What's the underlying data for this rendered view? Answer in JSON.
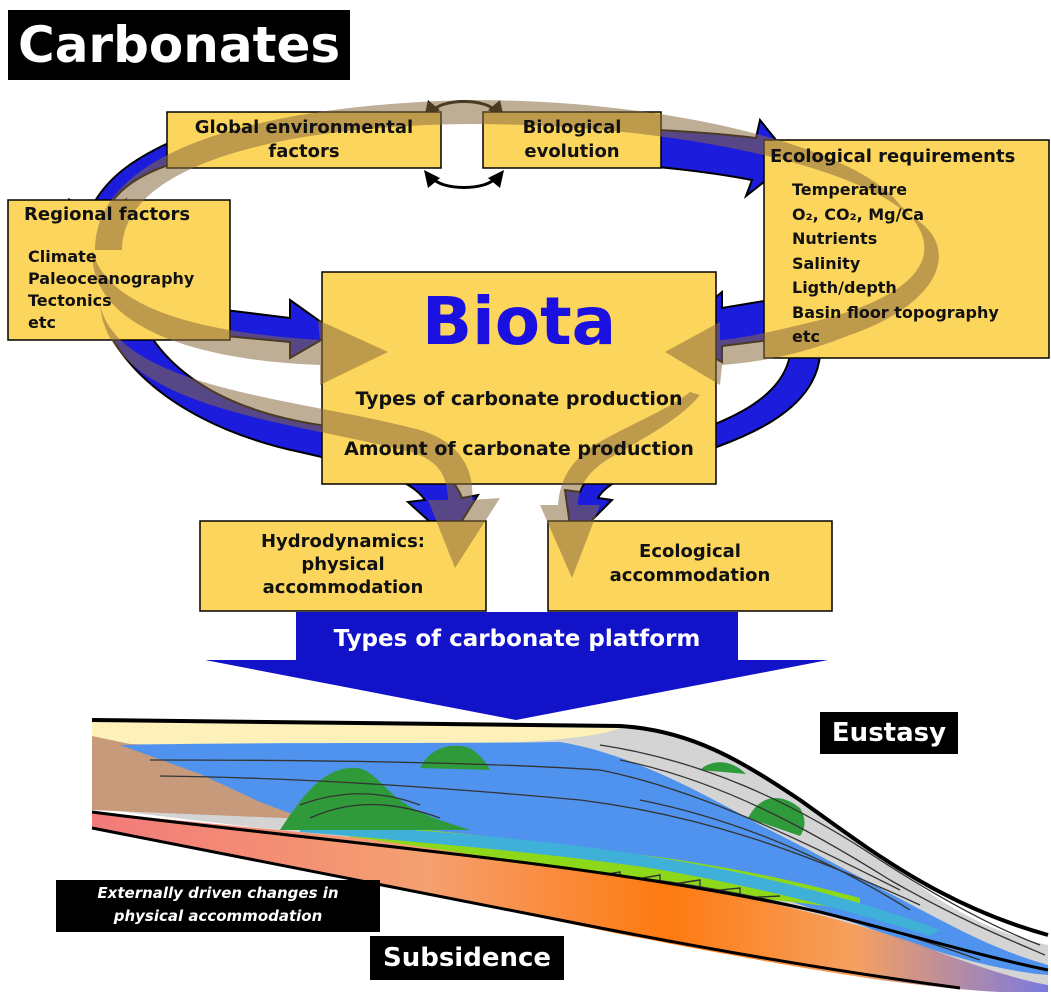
{
  "title": "Carbonates",
  "boxes": {
    "global": "Global environmental factors",
    "global_lines": [
      "Global environmental",
      "factors"
    ],
    "biological_lines": [
      "Biological",
      "evolution"
    ],
    "regional": {
      "title": "Regional factors",
      "items": [
        "Climate",
        "Paleoceanography",
        "Tectonics",
        "etc"
      ]
    },
    "ecological": {
      "title": "Ecological requirements",
      "items": [
        "Temperature",
        "O₂,  CO₂,  Mg/Ca",
        "Nutrients",
        "Salinity",
        "Ligth/depth",
        "Basin floor topography",
        "etc"
      ]
    },
    "biota": {
      "title": "Biota",
      "line1": "Types of carbonate production",
      "line2": "Amount of carbonate production"
    },
    "hydro_lines": [
      "Hydrodynamics:",
      "physical",
      "accommodation"
    ],
    "eco_accom_lines": [
      "Ecological",
      "accommodation"
    ]
  },
  "platform_label": "Types of carbonate platform",
  "cross_section": {
    "eustasy": "Eustasy",
    "external_lines": [
      "Externally driven changes in",
      "physical accommodation"
    ],
    "subsidence": "Subsidence"
  },
  "colors": {
    "box_fill": "#fcd65c",
    "arrow_blue": "#1c1cdc",
    "brown_arrow": "#8b6b40",
    "biota_text": "#1a10e0",
    "ocean_blue": "#4f93ee",
    "reef_green": "#2e9a3a",
    "lime_green": "#8ed81a",
    "platform_gray": "#cfcfcf",
    "land_brown": "#c89a7c",
    "subsidence_red": "#f07070"
  }
}
